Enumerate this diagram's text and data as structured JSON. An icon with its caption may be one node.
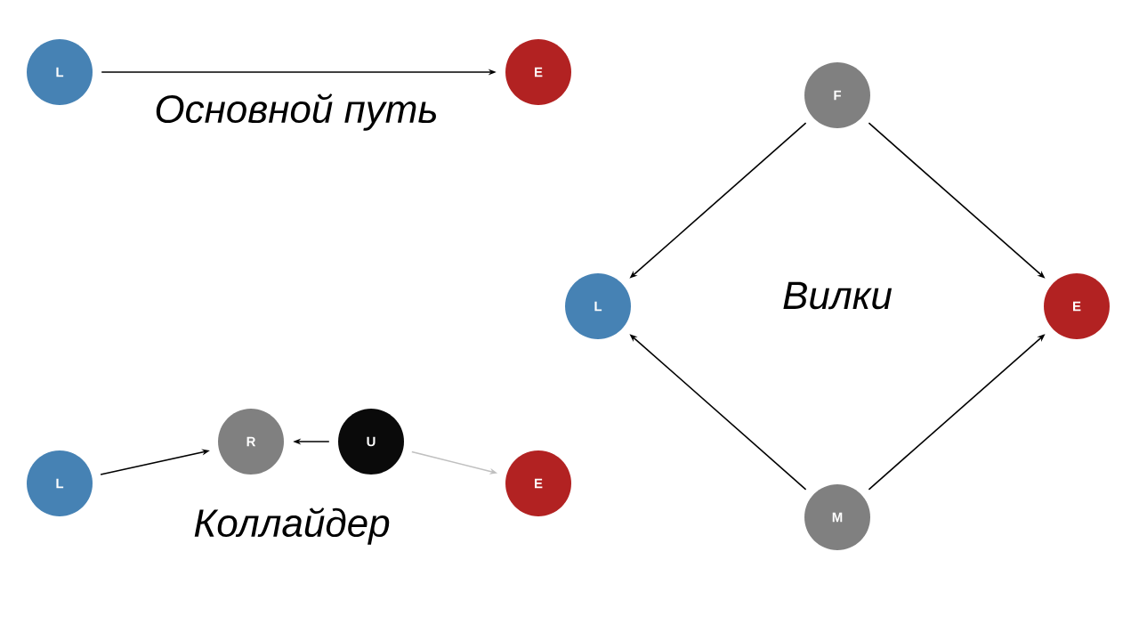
{
  "diagram": {
    "nodes": [
      {
        "text": [
          "L"
        ]
      },
      {
        "text": [
          "E"
        ]
      },
      {
        "text": [
          "F"
        ]
      },
      {
        "text": [
          "L"
        ]
      },
      {
        "text": [
          "E"
        ]
      },
      {
        "text": [
          "M"
        ]
      },
      {
        "text": [
          "R"
        ]
      },
      {
        "text": [
          "U"
        ]
      },
      {
        "text": [
          "L"
        ]
      },
      {
        "text": [
          "E"
        ]
      }
    ],
    "edges": [
      {
        "from": 0,
        "to": 1,
        "arrow": "to"
      },
      {
        "from": 2,
        "to": 3,
        "arrow": "to"
      },
      {
        "from": 2,
        "to": 4,
        "arrow": "to"
      },
      {
        "from": 5,
        "to": 3,
        "arrow": "to"
      },
      {
        "from": 5,
        "to": 4,
        "arrow": "to"
      },
      {
        "from": 8,
        "to": 6,
        "arrow": "to"
      },
      {
        "from": 7,
        "to": 6,
        "arrow": "to"
      },
      {
        "from": 7,
        "to": 9,
        "arrow": "to",
        "color": "#c0c0c0"
      }
    ],
    "labels": [
      "Основной путь",
      "Вилки",
      "Коллайдер"
    ]
  }
}
